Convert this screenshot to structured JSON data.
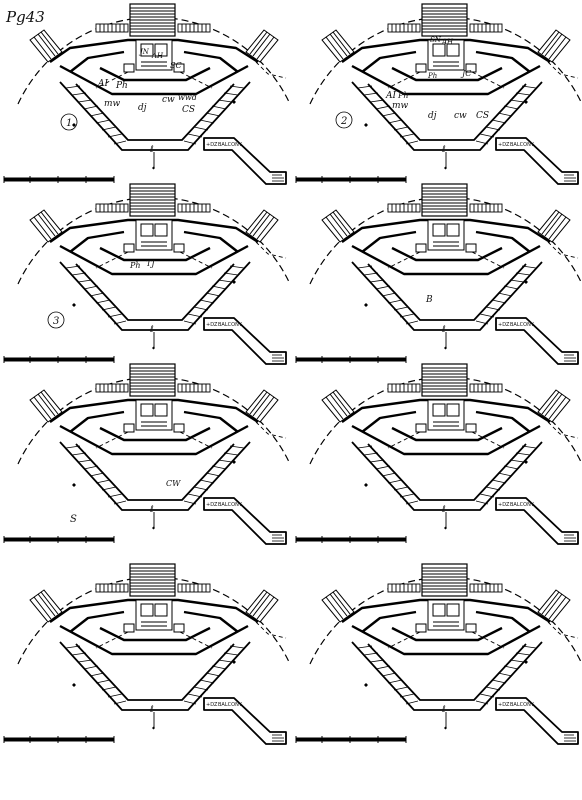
{
  "page_label": "Pg43",
  "panels": [
    {
      "number": "1",
      "balcony_label": "BALCONY",
      "code": "+DZ",
      "center_mark": "ℓ",
      "notes": [
        "AI",
        "Ph",
        "mw",
        "dj",
        "cw",
        "wwd",
        "CS",
        "SC",
        "AH",
        "JN"
      ]
    },
    {
      "number": "2",
      "balcony_label": "BALCONY",
      "code": "+DZ",
      "center_mark": "ℓ",
      "notes": [
        "AI",
        "Ph",
        "mw",
        "dj",
        "cw",
        "CS",
        "JC",
        "AH",
        "SN",
        "Ph"
      ]
    },
    {
      "number": "3",
      "balcony_label": "BALCONY",
      "code": "+DZ",
      "center_mark": "ℓ",
      "notes": [
        "Ph",
        "TJ"
      ]
    },
    {
      "number": "",
      "balcony_label": "BALCONY",
      "code": "+DZ",
      "center_mark": "ℓ",
      "notes": [
        "B"
      ]
    },
    {
      "number": "",
      "balcony_label": "BALCONY",
      "code": "+DZ",
      "center_mark": "ℓ",
      "notes": [
        "CW",
        "S"
      ]
    },
    {
      "number": "",
      "balcony_label": "BALCONY",
      "code": "+DZ",
      "center_mark": "ℓ",
      "notes": []
    },
    {
      "number": "",
      "balcony_label": "BALCONY",
      "code": "+DZ",
      "center_mark": "ℓ",
      "notes": []
    },
    {
      "number": "",
      "balcony_label": "BALCONY",
      "code": "+DZ",
      "center_mark": "ℓ",
      "notes": []
    }
  ]
}
